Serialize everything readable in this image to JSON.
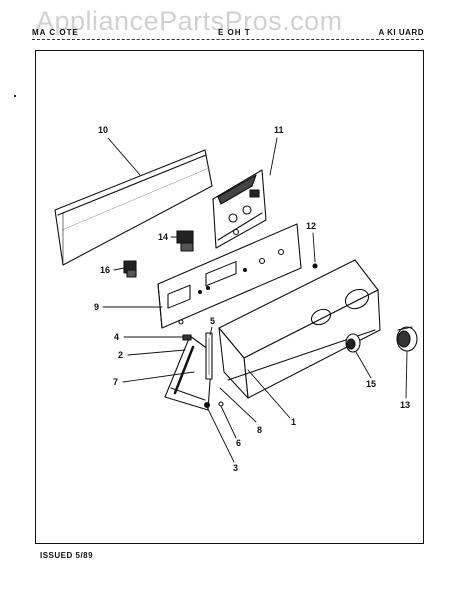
{
  "watermark": "AppliancePartsPros.com",
  "header": {
    "left": "MA  C  OTE",
    "middle": "  E  OH  T",
    "right": "A  KI UARD"
  },
  "footer": {
    "issued": "ISSUED 5/89"
  },
  "callouts": [
    "10",
    "11",
    "14",
    "12",
    "16",
    "9",
    "5",
    "4",
    "2",
    "7",
    "8",
    "1",
    "6",
    "3",
    "15",
    "13"
  ],
  "colors": {
    "ink": "#111111",
    "watermark": "#787878"
  }
}
